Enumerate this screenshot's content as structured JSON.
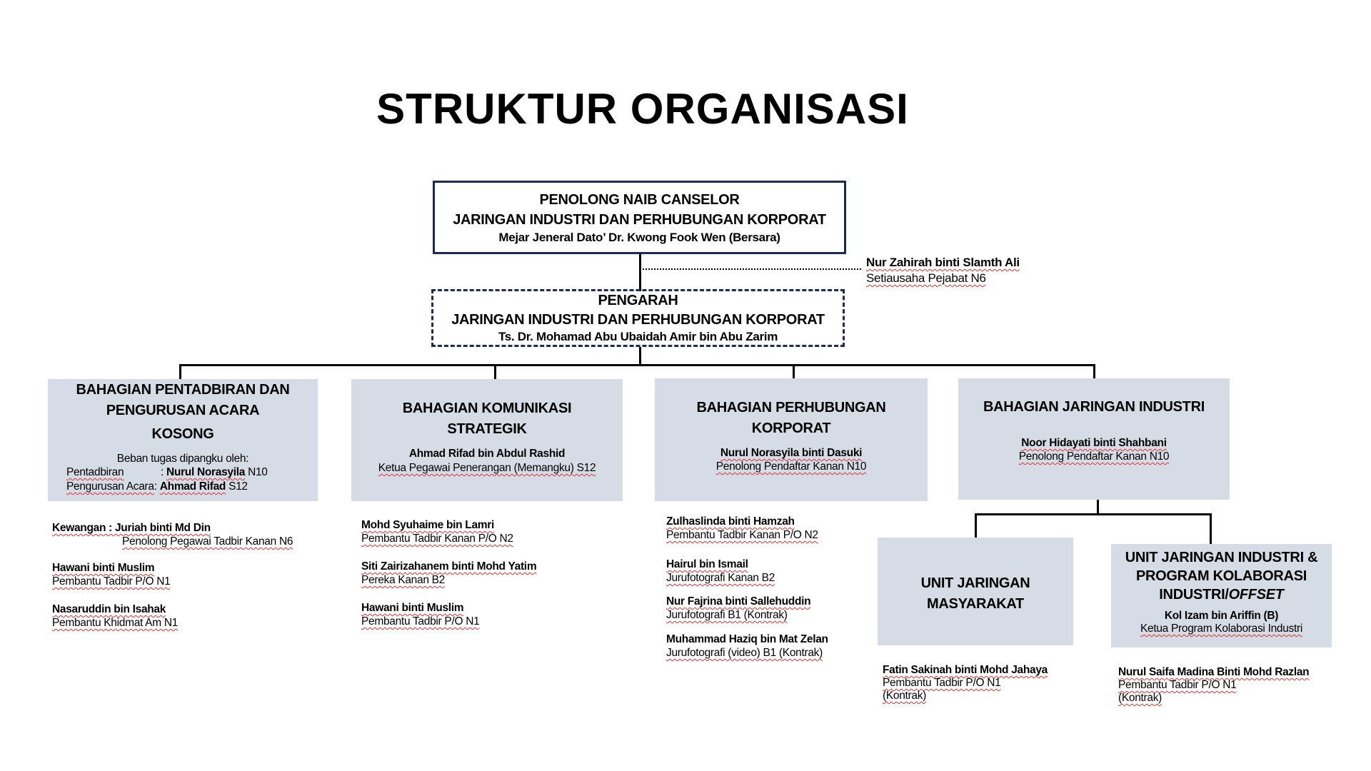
{
  "title": "STRUKTUR ORGANISASI",
  "top": {
    "line1": "PENOLONG NAIB CANSELOR",
    "line2": "JARINGAN INDUSTRI DAN PERHUBUNGAN KORPORAT",
    "name": "Mejar Jeneral Dato’ Dr. Kwong Fook Wen (Bersara)"
  },
  "secretary": {
    "name": "Nur Zahirah binti Slamth Ali",
    "title": "Setiausaha Pejabat N6"
  },
  "director": {
    "line1": "PENGARAH",
    "line2": "JARINGAN INDUSTRI DAN PERHUBUNGAN KORPORAT",
    "name": "Ts. Dr. Mohamad Abu Ubaidah Amir bin Abu Zarim"
  },
  "divisions": [
    {
      "title1": "BAHAGIAN PENTADBIRAN DAN",
      "title2": "PENGURUSAN ACARA",
      "status": "KOSONG",
      "acting_label": "Beban tugas dipangku oleh:",
      "acting": [
        {
          "label": "Pentadbiran",
          "sep": ": ",
          "name": "Nurul Norasyila",
          "grade": " N10"
        },
        {
          "label": "Pengurusan Acara",
          "sep": ": ",
          "name": "Ahmad Rifad",
          "grade": " S12"
        }
      ],
      "staff": [
        {
          "name": "Kewangan : Juriah binti Md Din",
          "title": "Penolong Pegawai Tadbir Kanan N6"
        },
        {
          "name": "Hawani binti Muslim",
          "title": "Pembantu Tadbir P/O N1"
        },
        {
          "name": "Nasaruddin bin Isahak",
          "title": "Pembantu Khidmat Am N1"
        }
      ]
    },
    {
      "title1": "BAHAGIAN KOMUNIKASI",
      "title2": "STRATEGIK",
      "head_name": "Ahmad Rifad bin Abdul Rashid",
      "head_title": "Ketua Pegawai Penerangan (Memangku) S12",
      "staff": [
        {
          "name": "Mohd Syuhaime bin Lamri",
          "title": "Pembantu Tadbir Kanan P/O N2"
        },
        {
          "name": "Siti Zairizahanem binti Mohd Yatim",
          "title": "Pereka Kanan B2"
        },
        {
          "name": "Hawani binti Muslim",
          "title": "Pembantu Tadbir P/O N1"
        }
      ]
    },
    {
      "title1": "BAHAGIAN PERHUBUNGAN",
      "title2": "KORPORAT",
      "head_name": "Nurul Norasyila binti Dasuki",
      "head_title": "Penolong Pendaftar Kanan N10",
      "staff": [
        {
          "name": "Zulhaslinda binti Hamzah",
          "title": "Pembantu Tadbir Kanan P/O N2"
        },
        {
          "name": "Hairul bin Ismail",
          "title": "Jurufotografi Kanan B2"
        },
        {
          "name": "Nur Fajrina binti Sallehuddin",
          "title": "Jurufotografi B1 (Kontrak)"
        },
        {
          "name": "Muhammad Haziq bin Mat Zelan",
          "title": "Jurufotografi (video) B1 (Kontrak)"
        }
      ]
    },
    {
      "title1": "BAHAGIAN JARINGAN INDUSTRI",
      "head_name": "Noor Hidayati binti Shahbani",
      "head_title": "Penolong Pendaftar Kanan N10"
    }
  ],
  "units": [
    {
      "title1": "UNIT JARINGAN",
      "title2": "MASYARAKAT",
      "staff": {
        "name": "Fatin Sakinah binti Mohd Jahaya",
        "title": "Pembantu Tadbir P/O N1",
        "note": "(Kontrak)"
      }
    },
    {
      "title1": "UNIT JARINGAN INDUSTRI &",
      "title2": "PROGRAM KOLABORASI",
      "title3a": "INDUSTRI/",
      "title3b": "OFFSET",
      "head_name": "Kol Izam bin Ariffin (B)",
      "head_title": "Ketua Program Kolaborasi Industri",
      "staff": {
        "name": "Nurul Saifa Madina Binti Mohd Razlan",
        "title": "Pembantu Tadbir P/O N1",
        "note": "(Kontrak)"
      }
    }
  ],
  "colors": {
    "box_fill": "#d6dce5",
    "border": "#1b2a57"
  }
}
